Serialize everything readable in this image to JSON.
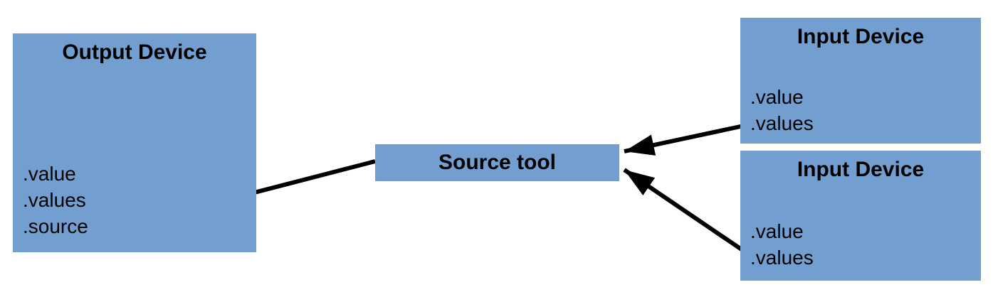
{
  "diagram": {
    "output_device": {
      "title": "Output Device",
      "fields": [
        ".value",
        ".values",
        ".source"
      ]
    },
    "source_tool": {
      "title": "Source tool"
    },
    "input_device_top": {
      "title": "Input Device",
      "fields": [
        ".value",
        ".values"
      ]
    },
    "input_device_bottom": {
      "title": "Input Device",
      "fields": [
        ".value",
        ".values"
      ]
    },
    "colors": {
      "box_fill": "#729FCF",
      "arrow": "#000000",
      "text": "#000000"
    }
  }
}
